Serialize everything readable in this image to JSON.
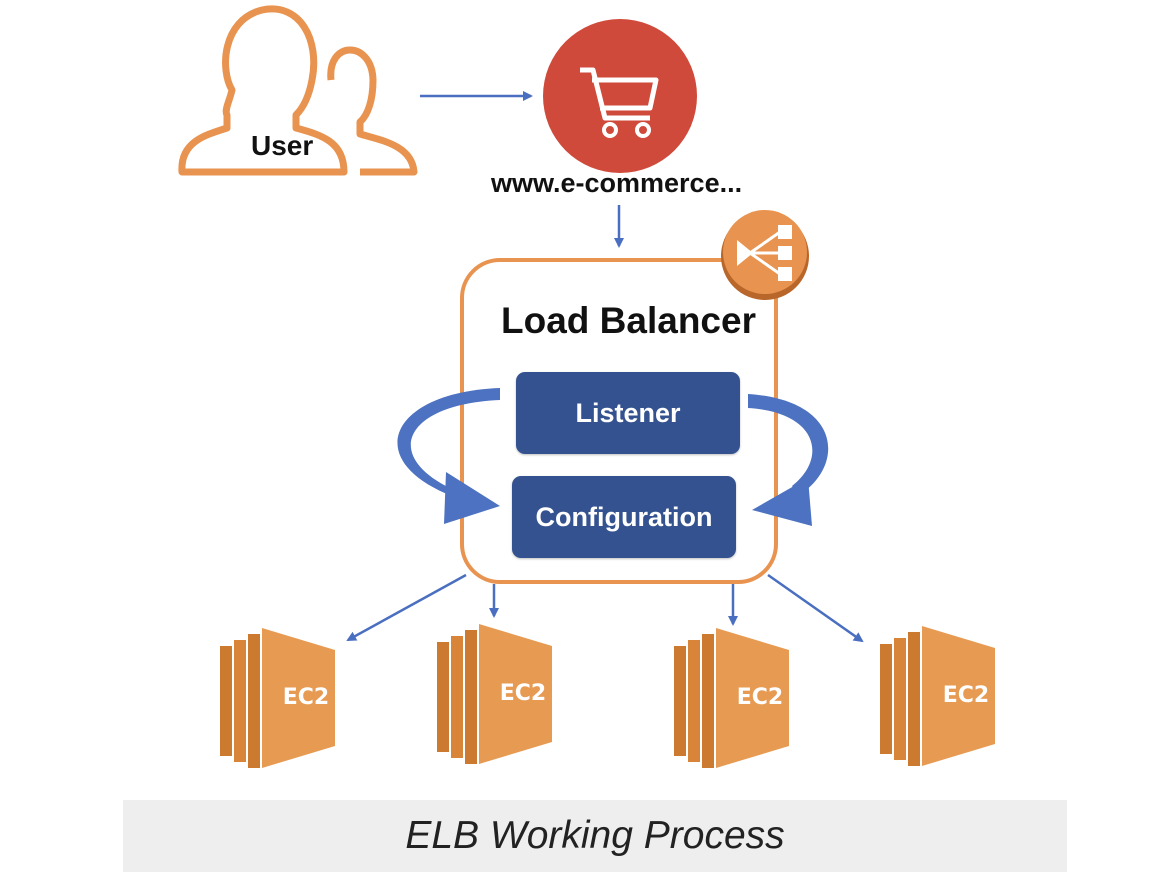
{
  "diagram": {
    "user_label": "User",
    "url_label": "www.e-commerce...",
    "load_balancer_title": "Load Balancer",
    "listener_label": "Listener",
    "configuration_label": "Configuration",
    "instances": [
      {
        "label": "EC2"
      },
      {
        "label": "EC2"
      },
      {
        "label": "EC2"
      },
      {
        "label": "EC2"
      }
    ],
    "caption": "ELB Working Process",
    "icons": [
      "user-group-icon",
      "shopping-cart-icon",
      "load-balancer-icon",
      "ec2-instance-icon"
    ],
    "colors": {
      "orange": "#e8934f",
      "red": "#cf4a3a",
      "navy": "#34528f",
      "arrow_blue": "#4a6fc0",
      "caption_bg": "#eeeeee"
    }
  }
}
